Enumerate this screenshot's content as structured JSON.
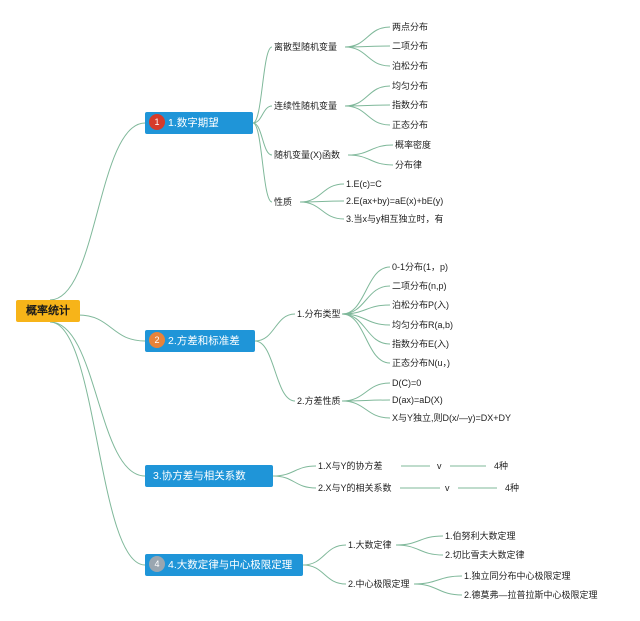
{
  "root": "概率统计",
  "colors": {
    "root": "#f7b419",
    "branch": "#1f95d8",
    "line": "#7fb89a"
  },
  "branches": [
    {
      "label": "1.数字期望",
      "badge": "1",
      "badge_color": "#d63b2a",
      "children": [
        {
          "label": "离散型随机变量",
          "children": [
            "两点分布",
            "二项分布",
            "泊松分布"
          ]
        },
        {
          "label": "连续性随机变量",
          "children": [
            "均匀分布",
            "指数分布",
            "正态分布"
          ]
        },
        {
          "label": "随机变量(X)函数",
          "children": [
            "概率密度",
            "分布律"
          ]
        },
        {
          "label": "性质",
          "children": [
            "1.E(c)=C",
            "2.E(ax+by)=aE(x)+bE(y)",
            "3.当x与y相互独立时，有"
          ]
        }
      ]
    },
    {
      "label": "2.方差和标准差",
      "badge": "2",
      "badge_color": "#e8833a",
      "children": [
        {
          "label": "1.分布类型",
          "children": [
            "0-1分布(1，p)",
            "二项分布(n,p)",
            "泊松分布P(入)",
            "均匀分布R(a,b)",
            "指数分布E(入)",
            "正态分布N(u，)"
          ]
        },
        {
          "label": "2.方差性质",
          "children": [
            "D(C)=0",
            "D(ax)=aD(X)",
            "X与Y独立,则D(x/—y)=DX+DY"
          ]
        }
      ]
    },
    {
      "label": "3.协方差与相关系数",
      "badge": "",
      "badge_color": "",
      "children": [
        {
          "label": "1.X与Y的协方差",
          "children": [
            "v",
            "4种"
          ]
        },
        {
          "label": "2.X与Y的相关系数",
          "children": [
            "v",
            "4种"
          ]
        }
      ]
    },
    {
      "label": "4.大数定律与中心极限定理",
      "badge": "4",
      "badge_color": "#9aa6b0",
      "children": [
        {
          "label": "1.大数定律",
          "children": [
            "1.伯努利大数定理",
            "2.切比雪夫大数定律"
          ]
        },
        {
          "label": "2.中心极限定理",
          "children": [
            "1.独立同分布中心极限定理",
            "2.德莫弗—拉普拉斯中心极限定理"
          ]
        }
      ]
    }
  ]
}
